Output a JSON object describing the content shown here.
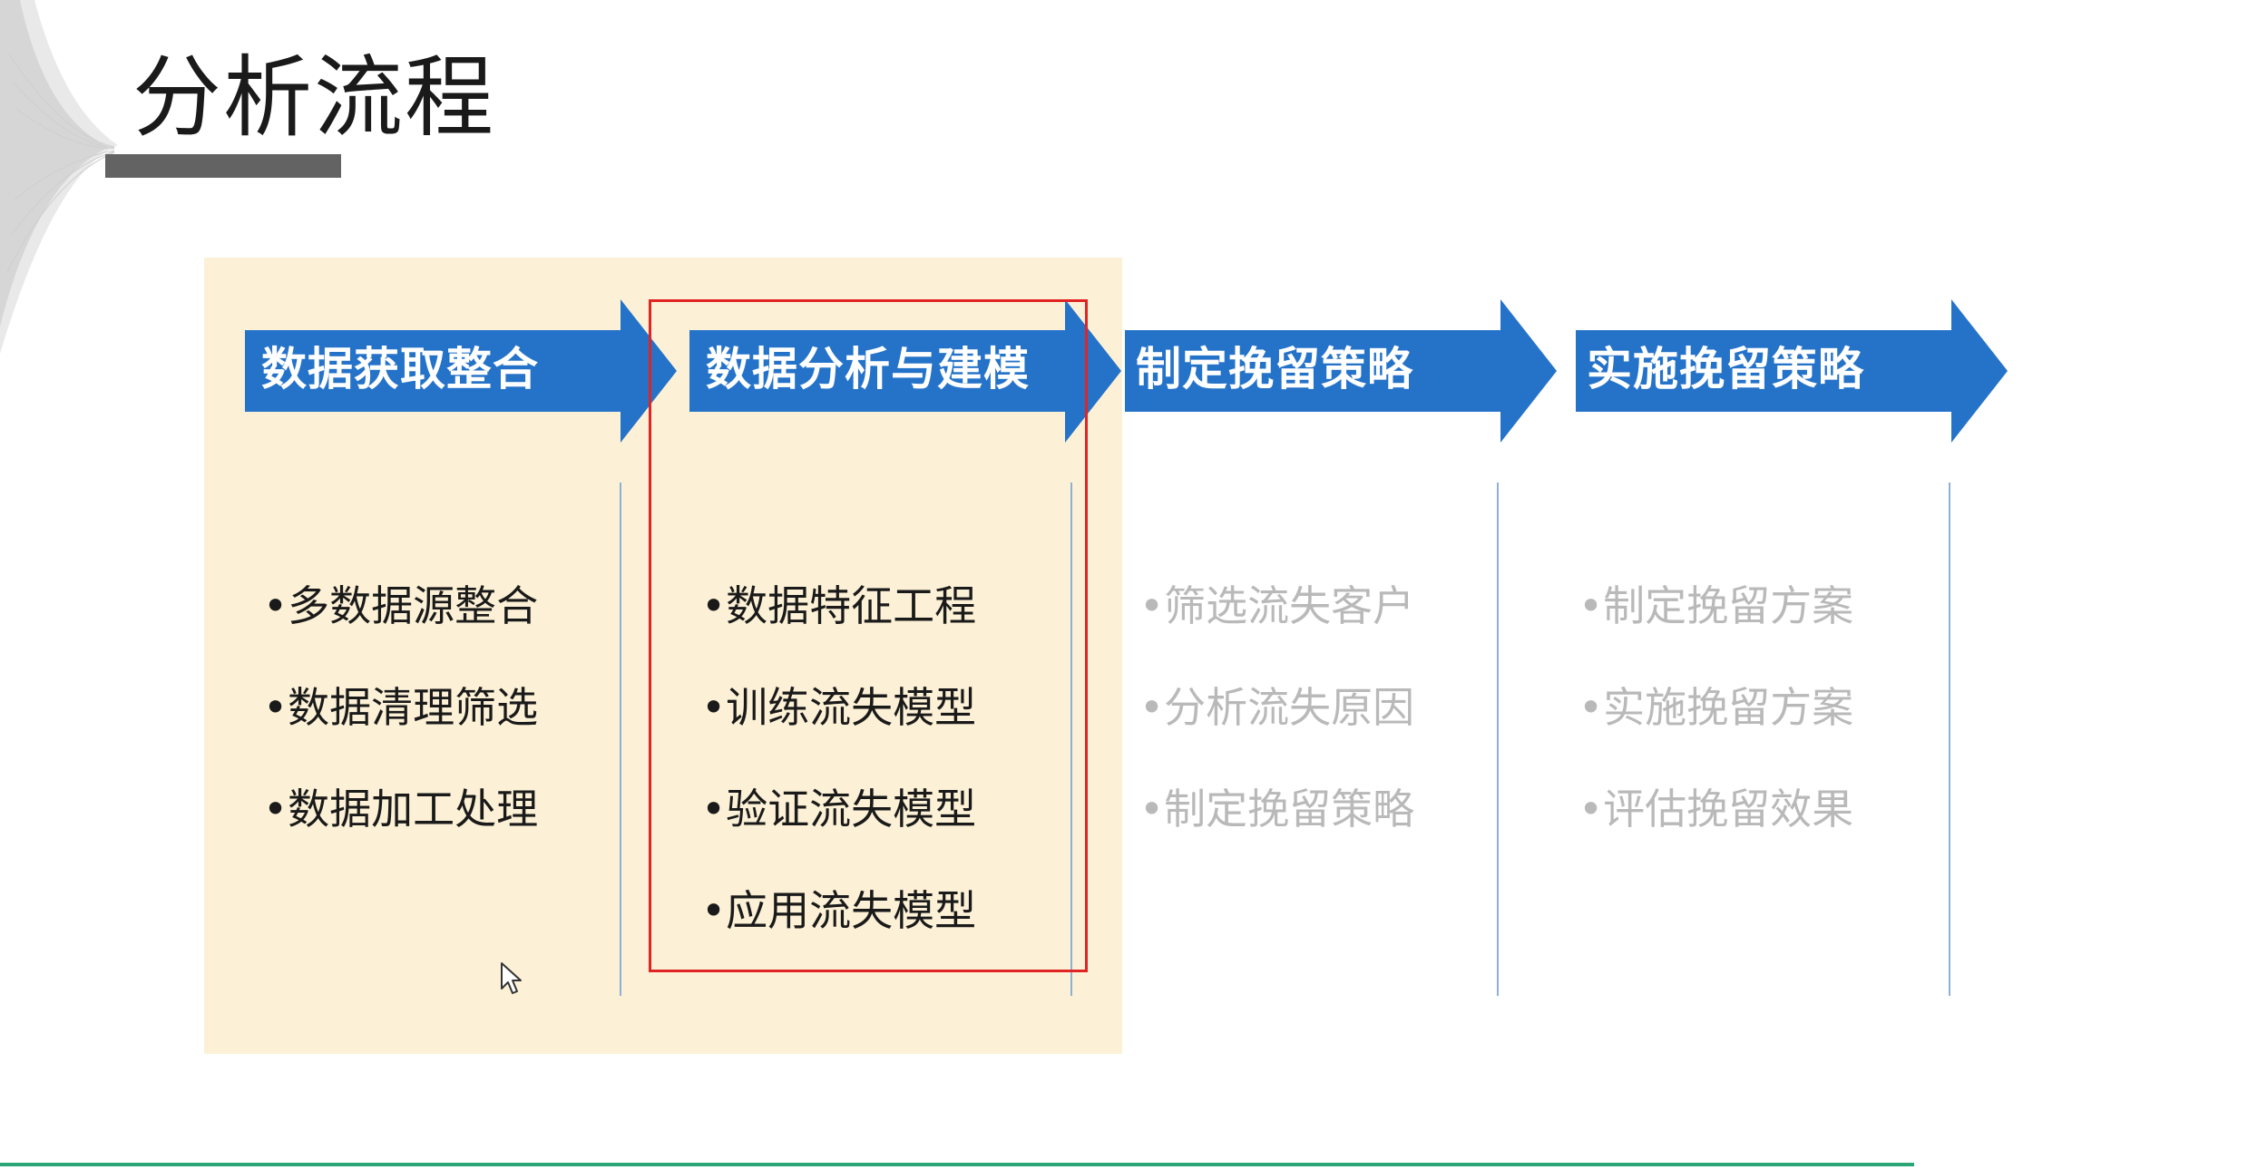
{
  "slide": {
    "title": "分析流程"
  },
  "steps": [
    {
      "label": "数据获取整合",
      "items": [
        "•多数据源整合",
        "•数据清理筛选",
        "•数据加工处理"
      ],
      "state": "active"
    },
    {
      "label": "数据分析与建模",
      "items": [
        "•数据特征工程",
        "•训练流失模型",
        "•验证流失模型",
        "•应用流失模型"
      ],
      "state": "active"
    },
    {
      "label": "制定挽留策略",
      "items": [
        "•筛选流失客户",
        "•分析流失原因",
        "•制定挽留策略"
      ],
      "state": "inactive"
    },
    {
      "label": "实施挽留策略",
      "items": [
        "•制定挽留方案",
        "•实施挽留方案",
        "•评估挽留效果"
      ],
      "state": "inactive"
    }
  ],
  "colors": {
    "arrow_blue": "#2573c9",
    "highlight_bg": "#fcf1d6",
    "frame_red": "#e02424",
    "title_bar": "#636363",
    "bottom_line": "#2aa676",
    "inactive_text": "#b9b9b9"
  },
  "icons": {
    "cursor": "mouse-pointer-icon"
  }
}
